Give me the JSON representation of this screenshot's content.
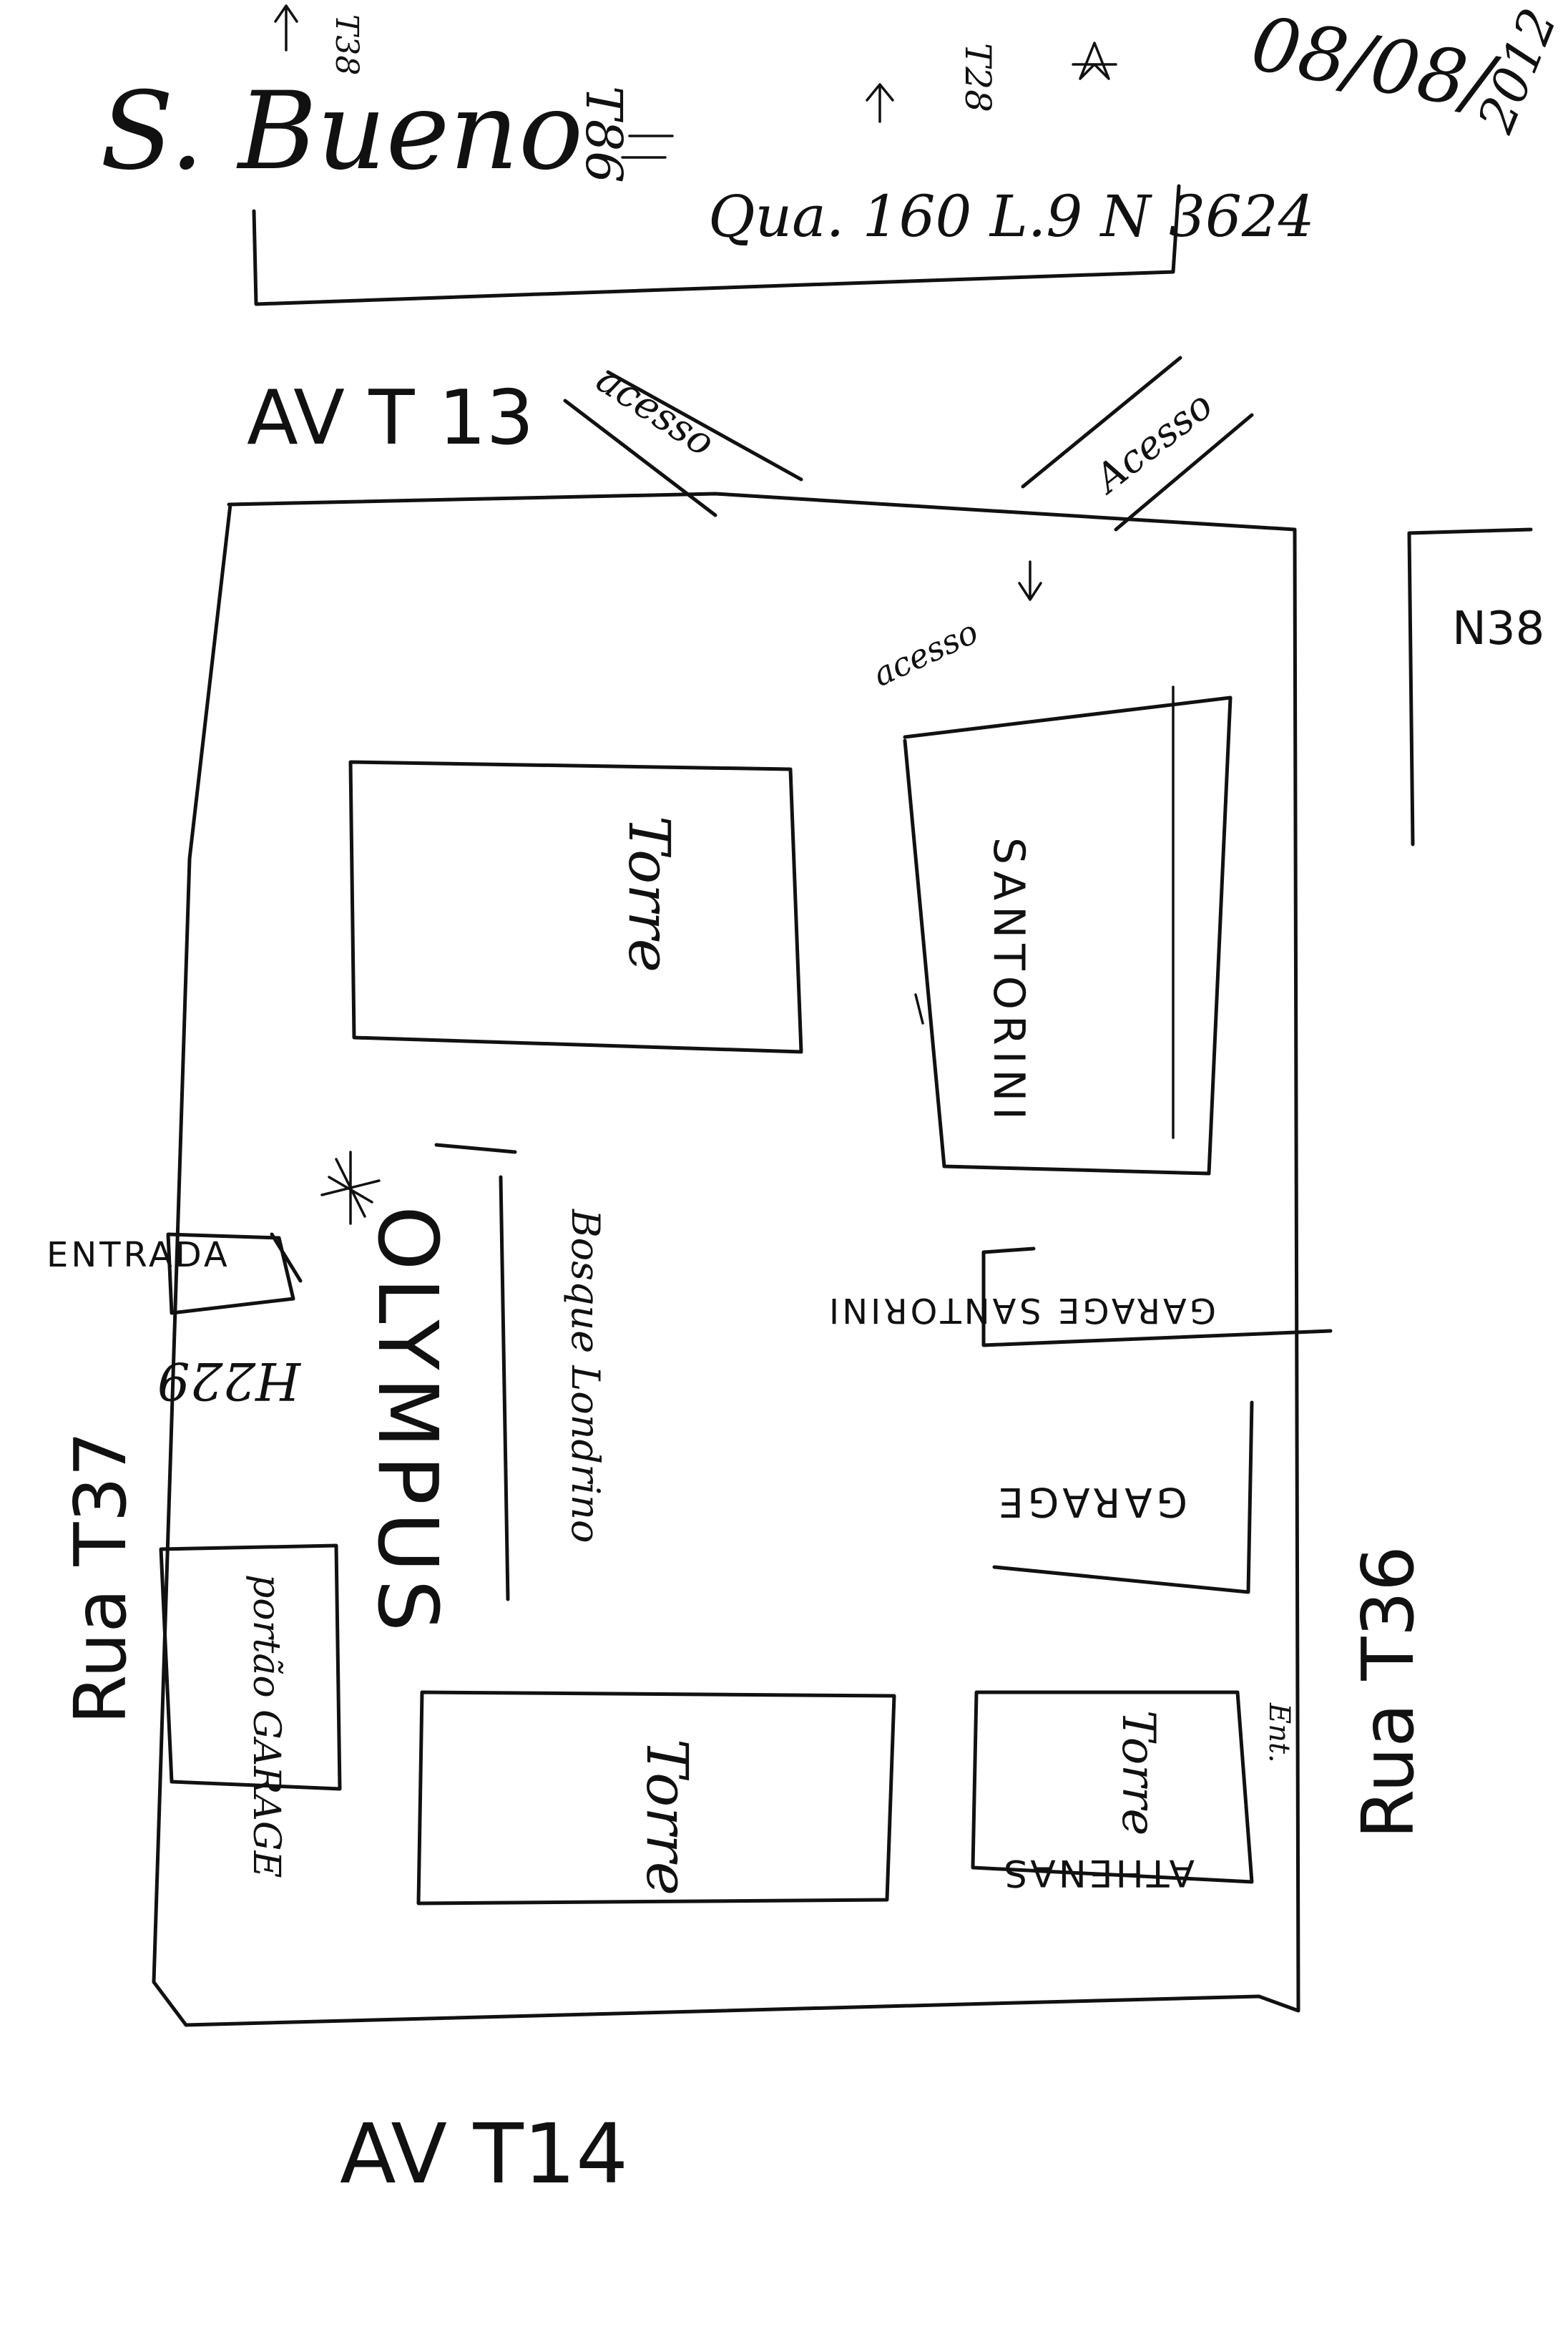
{
  "header": {
    "place": "S. Bueno",
    "date": "08/08/",
    "year": "2012",
    "address": "Qua. 160 L.9 N 3624",
    "top_markers": [
      "T38",
      "T86",
      "T28"
    ]
  },
  "streets": {
    "north": "AV T 13",
    "south": "AV T14",
    "west": "Rua T37",
    "east": "Rua T36",
    "neighbor_label": "N38"
  },
  "access": {
    "left_label": "acesso",
    "right_label": "Acesso",
    "inner_label": "acesso"
  },
  "buildings": {
    "tower_top_left": "Torre",
    "santorini": "SANTORINI",
    "olympus": "OLYMPUS",
    "olympus_number": "H229",
    "bosque": "Bosque Londrino",
    "garage_santorini": "GARAGE SANTORINI",
    "garage_middle": "GARAGE",
    "portao": "portão GARAGE",
    "tower_bottom": "Torre",
    "athenas_tower": "Torre",
    "athenas": "ATHENAS",
    "entrada": "ENTRADA",
    "exit_mark": "Ent."
  }
}
